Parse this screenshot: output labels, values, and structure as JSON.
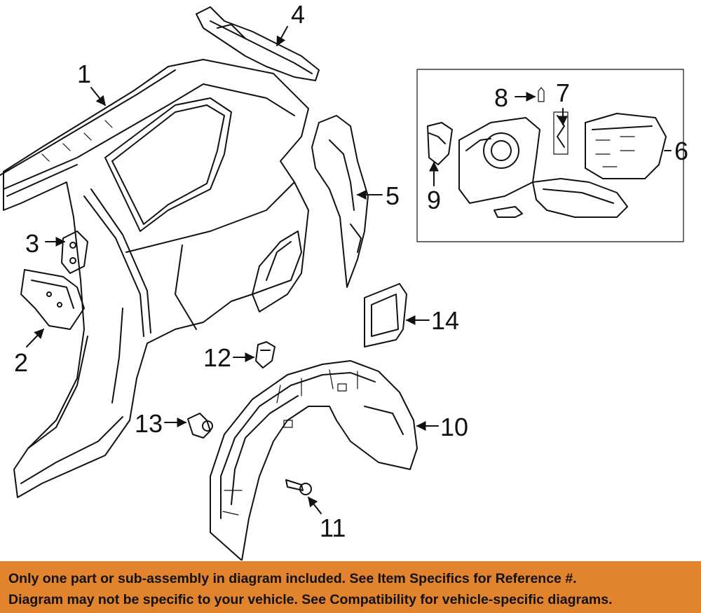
{
  "callouts": {
    "c1": "1",
    "c2": "2",
    "c3": "3",
    "c4": "4",
    "c5": "5",
    "c6": "6",
    "c7": "7",
    "c8": "8",
    "c9": "9",
    "c10": "10",
    "c11": "11",
    "c12": "12",
    "c13": "13",
    "c14": "14"
  },
  "banner": {
    "line1": "Only one part or sub-assembly in diagram included. See Item Specifics for Reference #.",
    "line2": "Diagram may not be specific to your vehicle. See Compatibility for vehicle-specific diagrams."
  },
  "colors": {
    "banner_bg": "#e2832d",
    "ink": "#111111",
    "background": "#ffffff"
  }
}
